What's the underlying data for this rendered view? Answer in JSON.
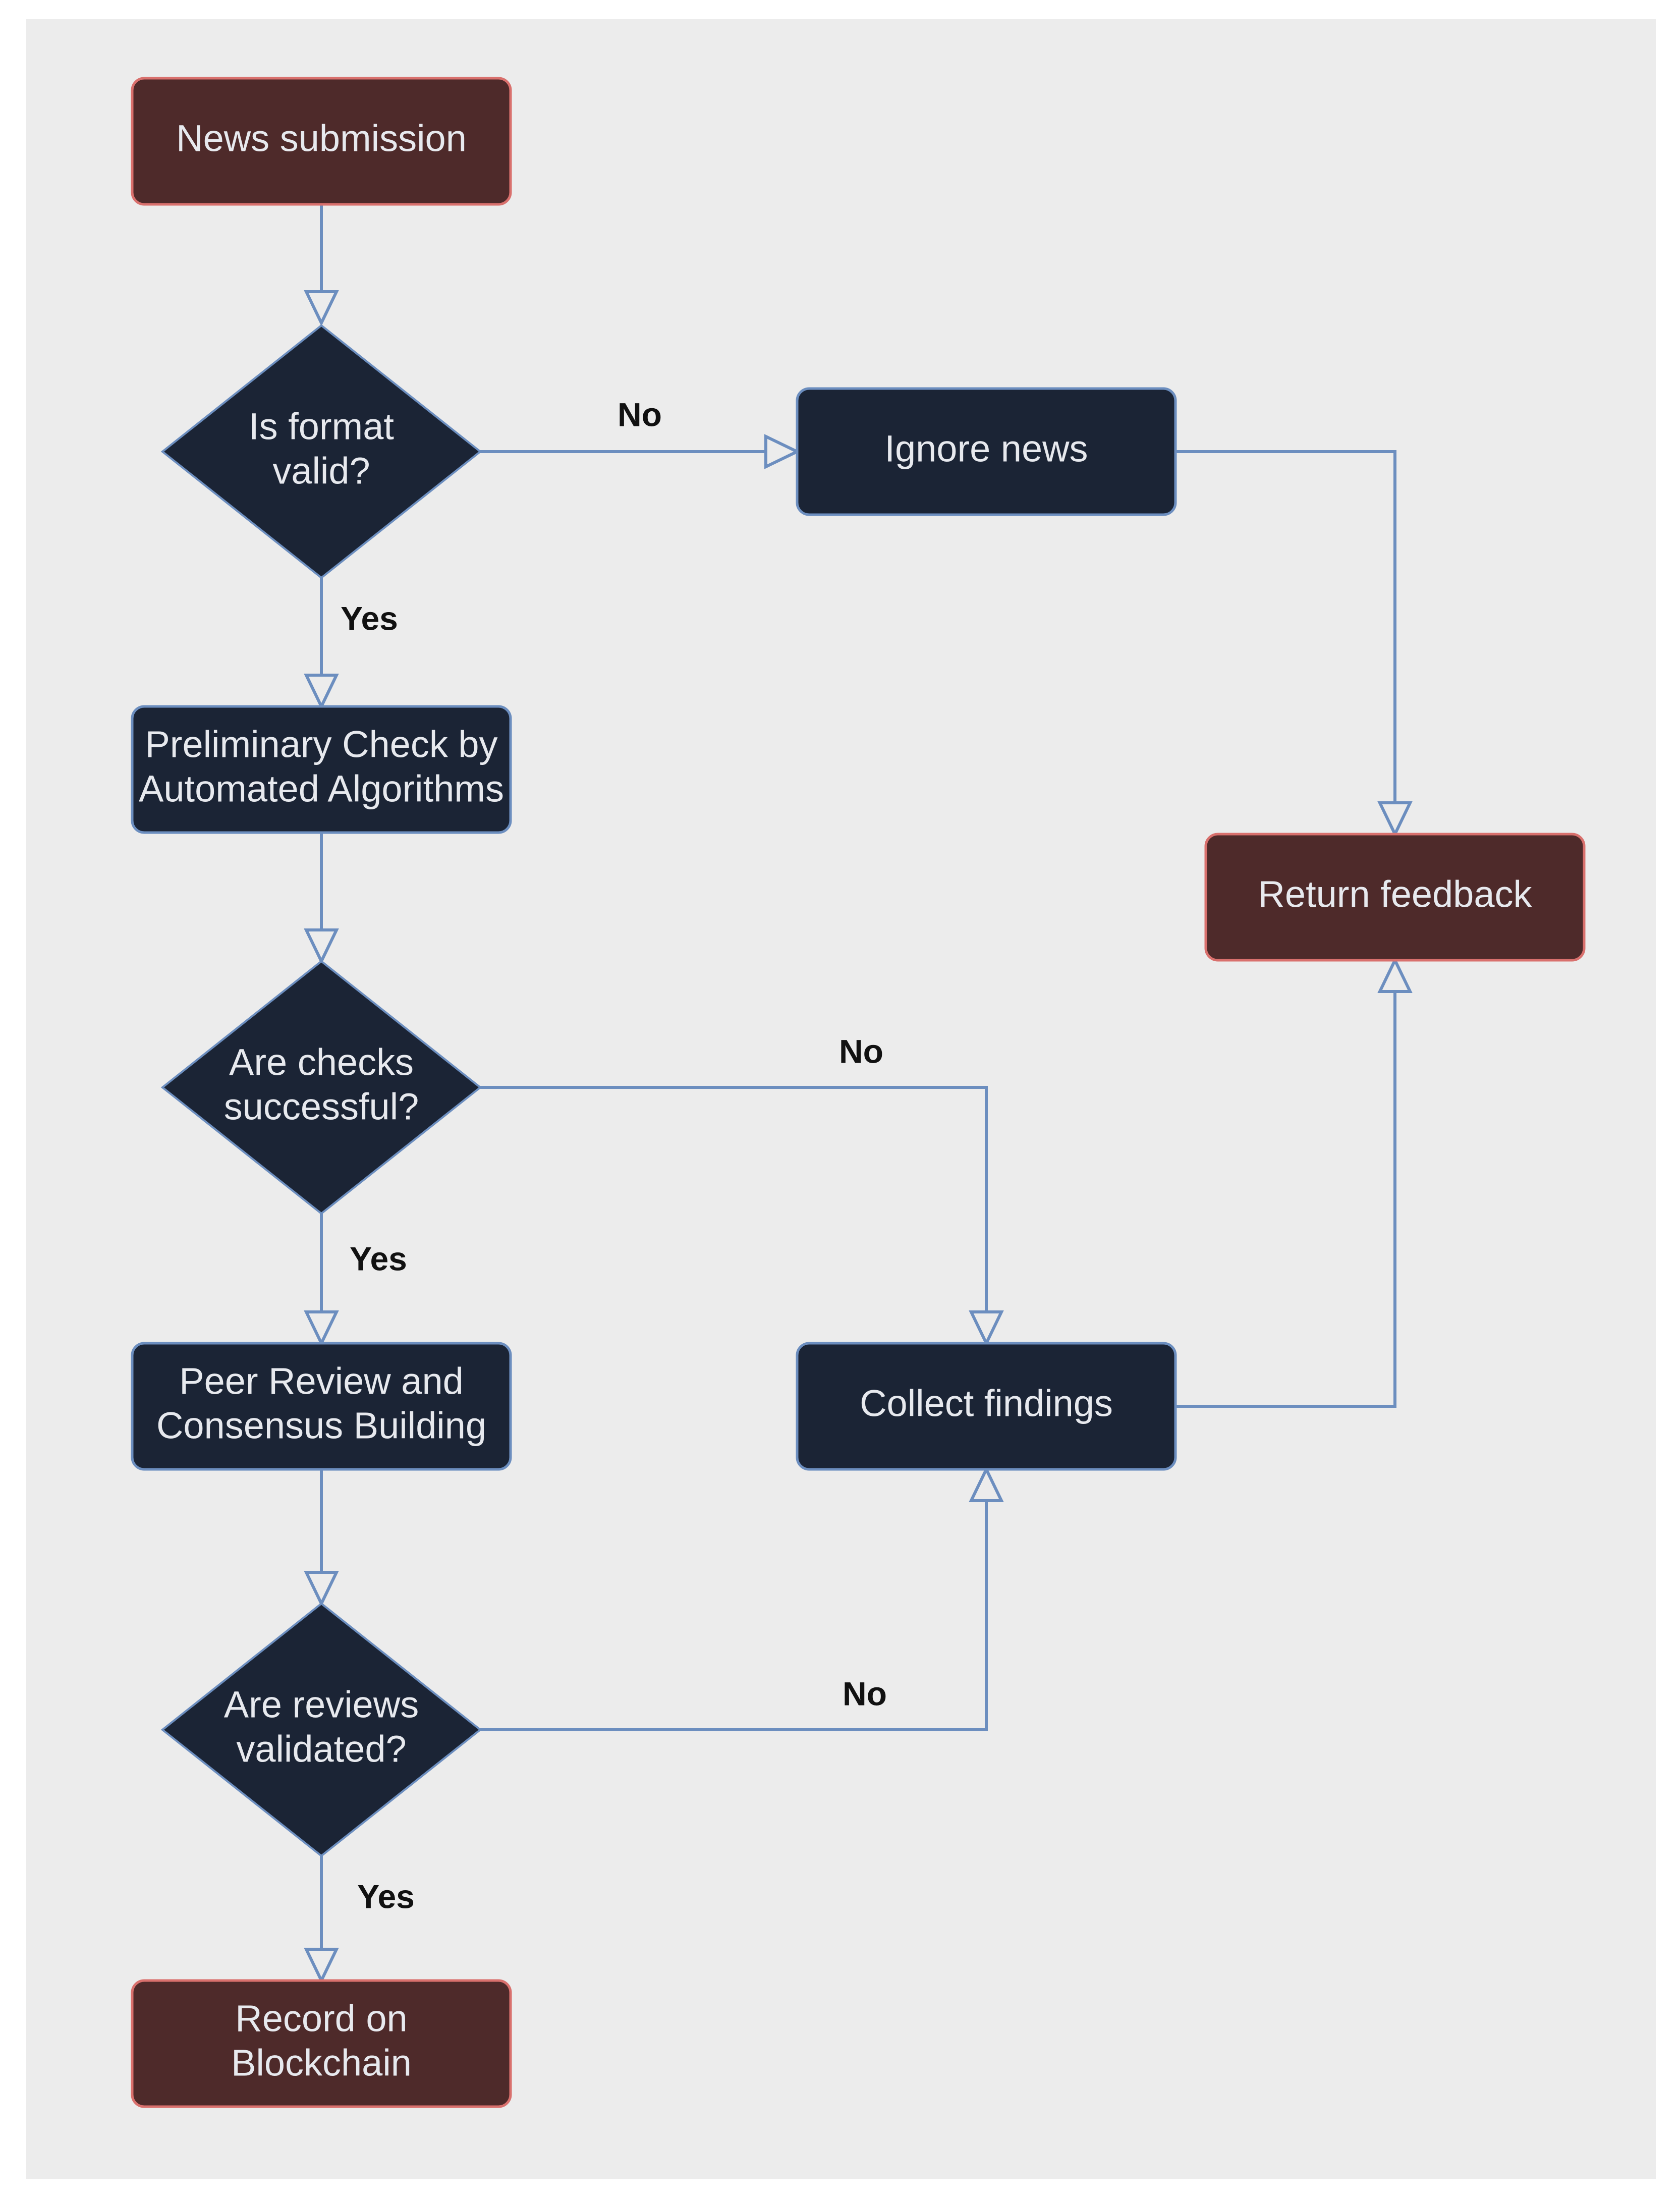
{
  "colors": {
    "background": "#ececec",
    "process_fill": "#1b2435",
    "process_stroke": "#6c8ebf",
    "terminal_fill": "#4e2a2a",
    "terminal_stroke": "#d9706d",
    "connector": "#6c8ebf",
    "shape_text": "#e7e9ee",
    "label_text": "#111111"
  },
  "nodes": {
    "news_submission": {
      "shape": "rounded-rect",
      "style": "terminal",
      "lines": [
        "News submission"
      ]
    },
    "is_format_valid": {
      "shape": "diamond",
      "style": "process",
      "lines": [
        "Is format",
        "valid?"
      ]
    },
    "ignore_news": {
      "shape": "rounded-rect",
      "style": "process",
      "lines": [
        "Ignore news"
      ]
    },
    "preliminary_check": {
      "shape": "rounded-rect",
      "style": "process",
      "lines": [
        "Preliminary Check by",
        "Automated Algorithms"
      ]
    },
    "return_feedback": {
      "shape": "rounded-rect",
      "style": "terminal",
      "lines": [
        "Return feedback"
      ]
    },
    "are_checks_successful": {
      "shape": "diamond",
      "style": "process",
      "lines": [
        "Are checks",
        "successful?"
      ]
    },
    "peer_review": {
      "shape": "rounded-rect",
      "style": "process",
      "lines": [
        "Peer Review and",
        "Consensus Building"
      ]
    },
    "collect_findings": {
      "shape": "rounded-rect",
      "style": "process",
      "lines": [
        "Collect findings"
      ]
    },
    "are_reviews_validated": {
      "shape": "diamond",
      "style": "process",
      "lines": [
        "Are reviews",
        "validated?"
      ]
    },
    "record_on_blockchain": {
      "shape": "rounded-rect",
      "style": "terminal",
      "lines": [
        "Record on",
        "Blockchain"
      ]
    }
  },
  "edges": [
    {
      "from": "news_submission",
      "to": "is_format_valid",
      "label": ""
    },
    {
      "from": "is_format_valid",
      "to": "ignore_news",
      "label": "No"
    },
    {
      "from": "is_format_valid",
      "to": "preliminary_check",
      "label": "Yes"
    },
    {
      "from": "ignore_news",
      "to": "return_feedback",
      "label": ""
    },
    {
      "from": "preliminary_check",
      "to": "are_checks_successful",
      "label": ""
    },
    {
      "from": "are_checks_successful",
      "to": "collect_findings",
      "label": "No"
    },
    {
      "from": "are_checks_successful",
      "to": "peer_review",
      "label": "Yes"
    },
    {
      "from": "peer_review",
      "to": "are_reviews_validated",
      "label": ""
    },
    {
      "from": "are_reviews_validated",
      "to": "collect_findings",
      "label": "No"
    },
    {
      "from": "are_reviews_validated",
      "to": "record_on_blockchain",
      "label": "Yes"
    },
    {
      "from": "collect_findings",
      "to": "return_feedback",
      "label": ""
    }
  ]
}
